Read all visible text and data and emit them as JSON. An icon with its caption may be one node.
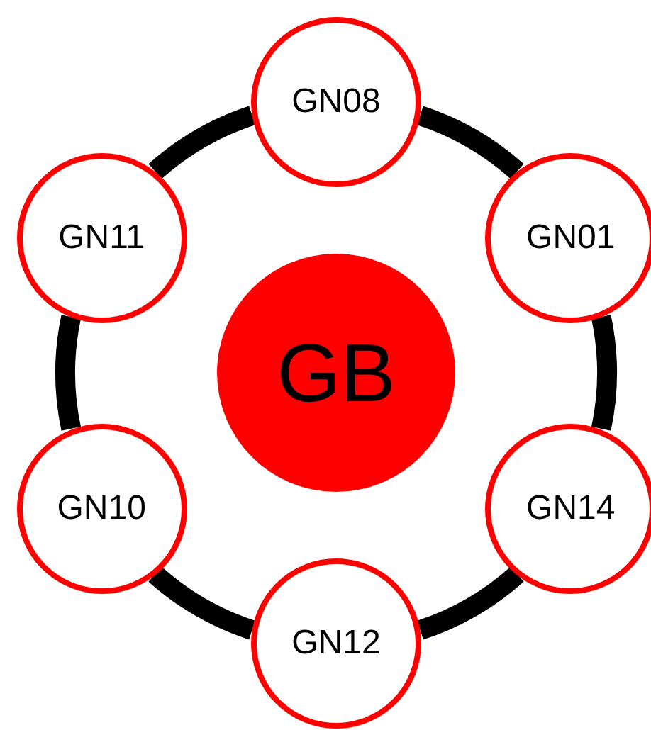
{
  "diagram": {
    "nodes": [
      {
        "text": [
          "GN08"
        ]
      },
      {
        "text": [
          "GN11"
        ]
      },
      {
        "text": [
          "GN01"
        ]
      },
      {
        "text": [
          "GB"
        ]
      },
      {
        "text": [
          "GN10"
        ]
      },
      {
        "text": [
          "GN14"
        ]
      },
      {
        "text": [
          "GN12"
        ]
      }
    ],
    "edges": [
      {
        "from": 0,
        "to": 2,
        "arrow": "none"
      },
      {
        "from": 2,
        "to": 5,
        "arrow": "none"
      },
      {
        "from": 5,
        "to": 6,
        "arrow": "none"
      },
      {
        "from": 6,
        "to": 4,
        "arrow": "none"
      },
      {
        "from": 4,
        "to": 1,
        "arrow": "none"
      },
      {
        "from": 1,
        "to": 0,
        "arrow": "none"
      }
    ]
  }
}
